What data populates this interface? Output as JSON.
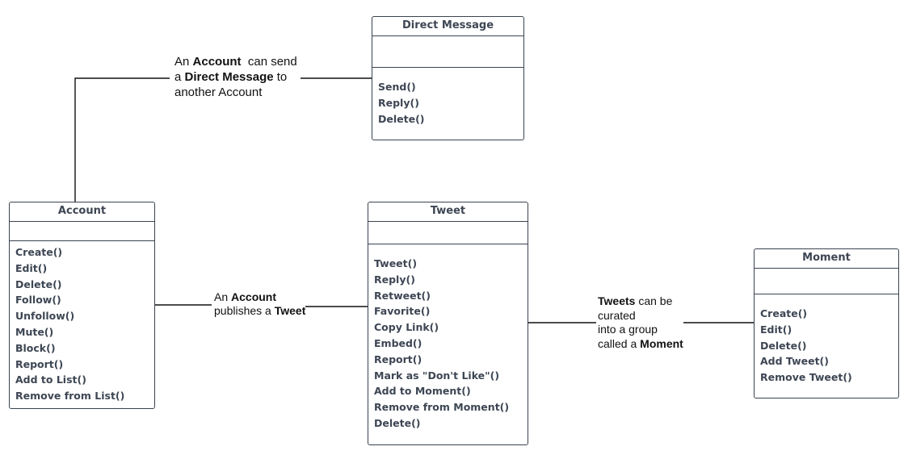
{
  "classes": {
    "direct_message": {
      "name": "Direct Message",
      "methods": [
        "Send()",
        "Reply()",
        "Delete()"
      ]
    },
    "account": {
      "name": "Account",
      "methods": [
        "Create()",
        "Edit()",
        "Delete()",
        "Follow()",
        "Unfollow()",
        "Mute()",
        "Block()",
        "Report()",
        "Add to List()",
        "Remove from List()"
      ]
    },
    "tweet": {
      "name": "Tweet",
      "methods": [
        "Tweet()",
        "Reply()",
        "Retweet()",
        "Favorite()",
        "Copy Link()",
        "Embed()",
        "Report()",
        "Mark as \"Don't Like\"()",
        "Add to Moment()",
        "Remove from Moment()",
        "Delete()"
      ]
    },
    "moment": {
      "name": "Moment",
      "methods": [
        "Create()",
        "Edit()",
        "Delete()",
        "Add Tweet()",
        "Remove Tweet()"
      ]
    }
  },
  "associations": {
    "account_direct_message": {
      "line1_pre": "An ",
      "line1_bold": "Account",
      "line1_post": "  can send",
      "line2_pre": "a ",
      "line2_bold": "Direct Message",
      "line2_post": " to",
      "line3": "another Account"
    },
    "account_tweet": {
      "line1_pre": "An ",
      "line1_bold": "Account",
      "line2_pre": "publishes a ",
      "line2_bold": "Tweet"
    },
    "tweet_moment": {
      "line1_bold": "Tweets",
      "line1_post": " can be",
      "line2": "curated",
      "line3": "into a group",
      "line4_pre": "called a ",
      "line4_bold": "Moment"
    }
  }
}
